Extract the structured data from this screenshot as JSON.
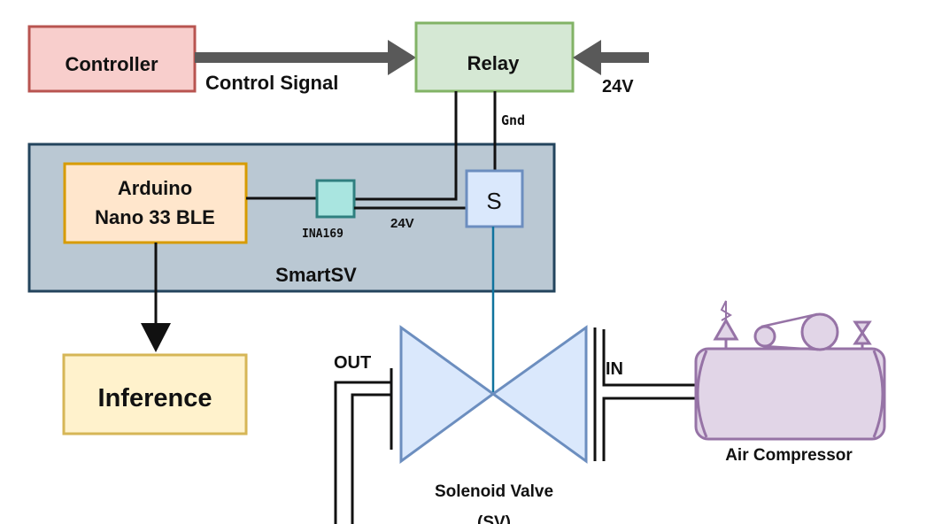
{
  "blocks": {
    "controller": "Controller",
    "relay": "Relay",
    "arduino_line1": "Arduino",
    "arduino_line2": "Nano 33 BLE",
    "sensor": "S",
    "smartsv": "SmartSV",
    "inference": "Inference",
    "air_compressor": "Air Compressor",
    "valve_line1": "Solenoid Valve",
    "valve_line2": "(SV)"
  },
  "labels": {
    "control_signal": "Control Signal",
    "supply_24v": "24V",
    "gnd": "Gnd",
    "ina169": "INA169",
    "sensor_24v": "24V",
    "out": "OUT",
    "in": "IN"
  },
  "colors": {
    "controller_fill": "#f8cecc",
    "controller_stroke": "#b85450",
    "relay_fill": "#d5e8d4",
    "relay_stroke": "#82b366",
    "smartsv_fill": "#bac8d3",
    "smartsv_stroke": "#23445d",
    "arduino_fill": "#ffe6cc",
    "arduino_stroke": "#d79b00",
    "sensor_fill": "#dae8fc",
    "sensor_stroke": "#6c8ebf",
    "ina_fill": "#a9e5e0",
    "ina_stroke": "#2f7f7f",
    "inference_fill": "#fff2cc",
    "inference_stroke": "#d6b656",
    "valve_fill": "#dae8fc",
    "valve_stroke": "#6c8ebf",
    "compressor_fill": "#e1d5e7",
    "compressor_stroke": "#9673a6",
    "arrow_gray": "#595959",
    "signal_line": "#10739e"
  }
}
